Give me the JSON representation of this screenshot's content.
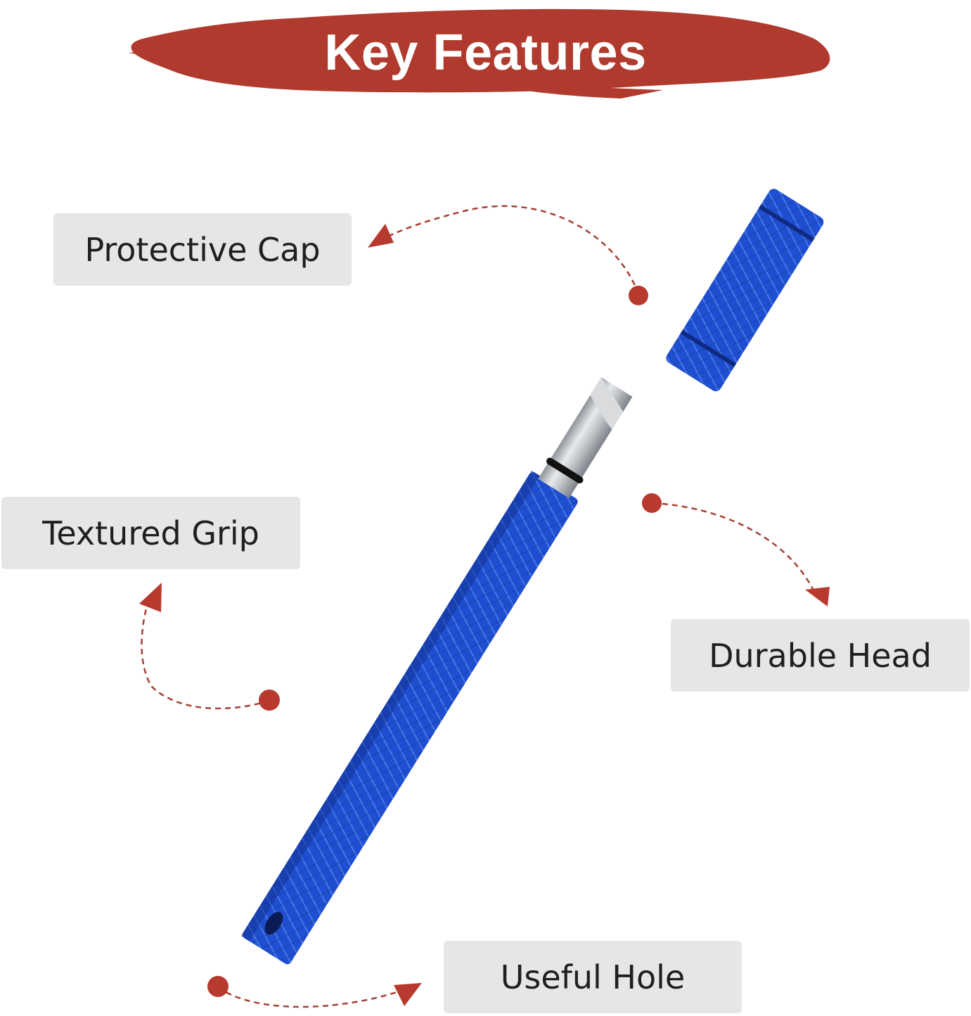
{
  "header": {
    "title": "Key Features",
    "banner_color": "#b03a2e",
    "title_color": "#ffffff"
  },
  "features": [
    {
      "id": "protective-cap",
      "label": "Protective Cap"
    },
    {
      "id": "textured-grip",
      "label": "Textured Grip"
    },
    {
      "id": "durable-head",
      "label": "Durable Head"
    },
    {
      "id": "useful-hole",
      "label": "Useful Hole"
    }
  ],
  "colors": {
    "accent_red": "#b83a2f",
    "label_bg": "#e6e6e6",
    "label_text": "#1f1f1f",
    "tool_blue": "#1f4fd1",
    "tool_blue_dark": "#12308f",
    "steel": "#c9ccd0"
  }
}
